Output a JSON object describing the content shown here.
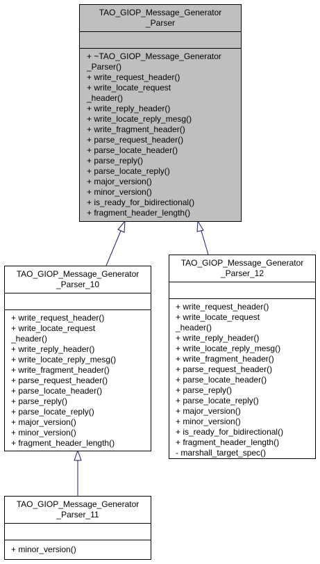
{
  "classes": {
    "parser": {
      "name_lines": [
        "TAO_GIOP_Message_Generator",
        "_Parser"
      ],
      "operations": [
        "+ ~TAO_GIOP_Message_Generator",
        "_Parser()",
        "+ write_request_header()",
        "+ write_locate_request",
        "_header()",
        "+ write_reply_header()",
        "+ write_locate_reply_mesg()",
        "+ write_fragment_header()",
        "+ parse_request_header()",
        "+ parse_locate_header()",
        "+ parse_reply()",
        "+ parse_locate_reply()",
        "+ major_version()",
        "+ minor_version()",
        "+ is_ready_for_bidirectional()",
        "+ fragment_header_length()"
      ]
    },
    "parser10": {
      "name_lines": [
        "TAO_GIOP_Message_Generator",
        "_Parser_10"
      ],
      "operations": [
        "+ write_request_header()",
        "+ write_locate_request",
        "_header()",
        "+ write_reply_header()",
        "+ write_locate_reply_mesg()",
        "+ write_fragment_header()",
        "+ parse_request_header()",
        "+ parse_locate_header()",
        "+ parse_reply()",
        "+ parse_locate_reply()",
        "+ major_version()",
        "+ minor_version()",
        "+ fragment_header_length()"
      ]
    },
    "parser12": {
      "name_lines": [
        "TAO_GIOP_Message_Generator",
        "_Parser_12"
      ],
      "operations": [
        "+ write_request_header()",
        "+ write_locate_request",
        "_header()",
        "+ write_reply_header()",
        "+ write_locate_reply_mesg()",
        "+ write_fragment_header()",
        "+ parse_request_header()",
        "+ parse_locate_header()",
        "+ parse_reply()",
        "+ parse_locate_reply()",
        "+ major_version()",
        "+ minor_version()",
        "+ is_ready_for_bidirectional()",
        "+ fragment_header_length()",
        "- marshall_target_spec()"
      ]
    },
    "parser11": {
      "name_lines": [
        "TAO_GIOP_Message_Generator",
        "_Parser_11"
      ],
      "operations": [
        "+ minor_version()"
      ]
    }
  }
}
